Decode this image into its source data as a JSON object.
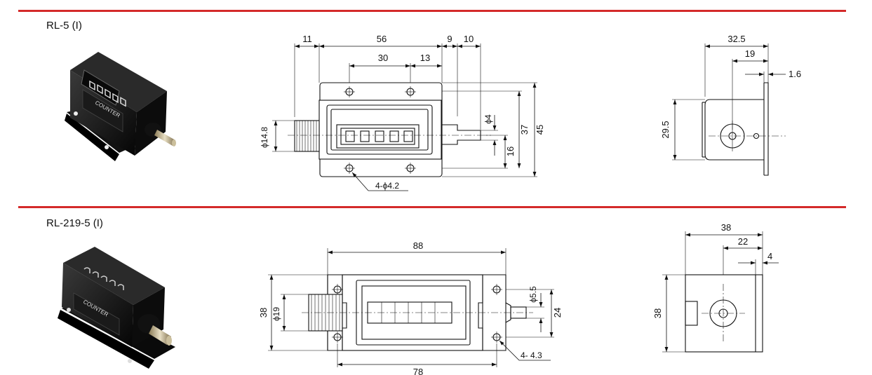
{
  "colors": {
    "section_rule": "#d42a2a",
    "line": "#111111"
  },
  "section1": {
    "model": "RL-5 (I)",
    "photo_label": "COUNTER",
    "front": {
      "d11": "11",
      "d56": "56",
      "d9": "9",
      "d10": "10",
      "d30": "30",
      "d13": "13",
      "phi4": "ϕ4",
      "phi148": "ϕ14.8",
      "d16": "16",
      "d37": "37",
      "d45": "45",
      "holes": "4-ϕ4.2"
    },
    "side": {
      "d325": "32.5",
      "d19": "19",
      "d16": "1.6",
      "d295": "29.5"
    }
  },
  "section2": {
    "model": "RL-219-5 (I)",
    "photo_label": "COUNTER",
    "front": {
      "d88": "88",
      "d78": "78",
      "d38": "38",
      "phi19": "ϕ19",
      "phi55": "ϕ5.5",
      "d24": "24",
      "holes": "4-  4.3"
    },
    "side": {
      "d38w": "38",
      "d22": "22",
      "d4": "4",
      "d38h": "38"
    }
  }
}
